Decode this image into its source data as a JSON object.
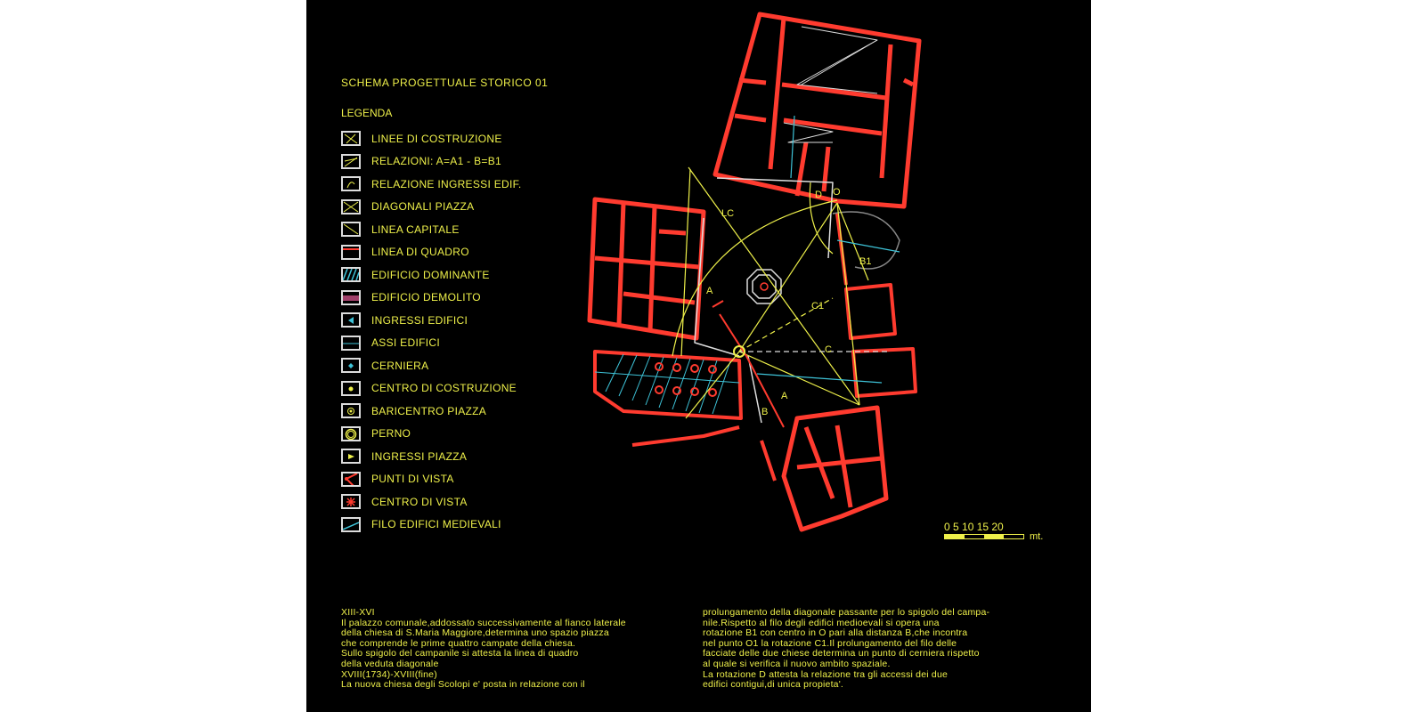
{
  "title": "SCHEMA PROGETTUALE STORICO 01",
  "legend_title": "LEGENDA",
  "legend": [
    {
      "label": "LINEE DI COSTRUZIONE",
      "icon": "cross-lines"
    },
    {
      "label": "RELAZIONI: A=A1 - B=B1",
      "icon": "relation-lines"
    },
    {
      "label": "RELAZIONE INGRESSI EDIF.",
      "icon": "arc"
    },
    {
      "label": "DIAGONALI PIAZZA",
      "icon": "diagonals"
    },
    {
      "label": "LINEA CAPITALE",
      "icon": "diagonal-line"
    },
    {
      "label": "LINEA DI QUADRO",
      "icon": "red-line"
    },
    {
      "label": "EDIFICIO DOMINANTE",
      "icon": "cyan-hatch"
    },
    {
      "label": "EDIFICIO DEMOLITO",
      "icon": "purple-hatch"
    },
    {
      "label": "INGRESSI EDIFICI",
      "icon": "cyan-triangle"
    },
    {
      "label": "ASSI EDIFICI",
      "icon": "cyan-line"
    },
    {
      "label": "CERNIERA",
      "icon": "cyan-diamond"
    },
    {
      "label": "CENTRO DI COSTRUZIONE",
      "icon": "yellow-dot"
    },
    {
      "label": "BARICENTRO PIAZZA",
      "icon": "concentric-circle"
    },
    {
      "label": "PERNO",
      "icon": "ring"
    },
    {
      "label": "INGRESSI PIAZZA",
      "icon": "yellow-triangle"
    },
    {
      "label": "PUNTI DI VISTA",
      "icon": "red-viewpoint"
    },
    {
      "label": "CENTRO DI VISTA",
      "icon": "red-star"
    },
    {
      "label": "FILO EDIFICI MEDIEVALI",
      "icon": "cyan-slant-line"
    }
  ],
  "plan_labels": {
    "lc": "LC",
    "d": "D",
    "o": "O",
    "b1": "B1",
    "a": "A",
    "c1": "C1",
    "c": "C",
    "a1": "A",
    "b": "B"
  },
  "scale": {
    "ticks": "0 5 10 15 20",
    "unit": "mt."
  },
  "notes_left": [
    "XIII-XVI",
    "Il palazzo comunale,addossato successivamente al fianco laterale",
    "della chiesa di S.Maria Maggiore,determina uno spazio piazza",
    "che comprende le prime quattro campate della chiesa.",
    "Sullo spigolo del campanile si attesta la linea di quadro",
    "della veduta diagonale",
    "XVIII(1734)-XVIII(fine)",
    "La nuova chiesa degli Scolopi e' posta in relazione con il"
  ],
  "notes_right": [
    "prolungamento della diagonale passante per lo spigolo del campa-",
    "nile.Rispetto al filo degli edifici medioevali si opera una",
    "rotazione B1 con centro in O pari alla distanza B,che incontra",
    "nel punto O1 la rotazione C1.Il prolungamento del filo delle",
    "facciate delle due chiese determina un punto di cerniera rispetto",
    "al quale si verifica il nuovo ambito spaziale.",
    "La rotazione D attesta la relazione tra gli accessi dei due",
    "edifici contigui,di unica propieta'."
  ],
  "colors": {
    "background": "#000000",
    "text": "#eef04a",
    "walls": "#ff3b2f",
    "cyan": "#3ec3d8",
    "white": "#dddddd"
  }
}
